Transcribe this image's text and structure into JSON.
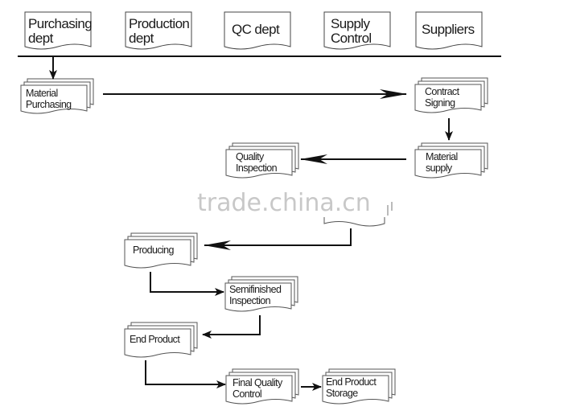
{
  "diagram": {
    "departments": [
      {
        "id": "purchasing",
        "line1": "Purchasing",
        "line2": "dept"
      },
      {
        "id": "production",
        "line1": "Production",
        "line2": "dept"
      },
      {
        "id": "qc",
        "line1": "QC dept",
        "line2": ""
      },
      {
        "id": "supply",
        "line1": "Supply",
        "line2": "Control"
      },
      {
        "id": "suppliers",
        "line1": "Suppliers",
        "line2": ""
      }
    ],
    "nodes": [
      {
        "id": "material-purchasing",
        "line1": "Material",
        "line2": "Purchasing"
      },
      {
        "id": "contract-signing",
        "line1": "Contract",
        "line2": "Signing"
      },
      {
        "id": "material-supply",
        "line1": "Material",
        "line2": "supply"
      },
      {
        "id": "quality-inspection",
        "line1": "Quality",
        "line2": "Inspection"
      },
      {
        "id": "producing",
        "line1": "Producing",
        "line2": ""
      },
      {
        "id": "semifinished-inspection",
        "line1": "Semifinished",
        "line2": "Inspection"
      },
      {
        "id": "end-product",
        "line1": "End Product",
        "line2": ""
      },
      {
        "id": "final-quality-control",
        "line1": "Final Quality",
        "line2": "Control"
      },
      {
        "id": "end-product-storage",
        "line1": "End Product",
        "line2": "Storage"
      }
    ],
    "watermark": "trade.china.cn"
  }
}
